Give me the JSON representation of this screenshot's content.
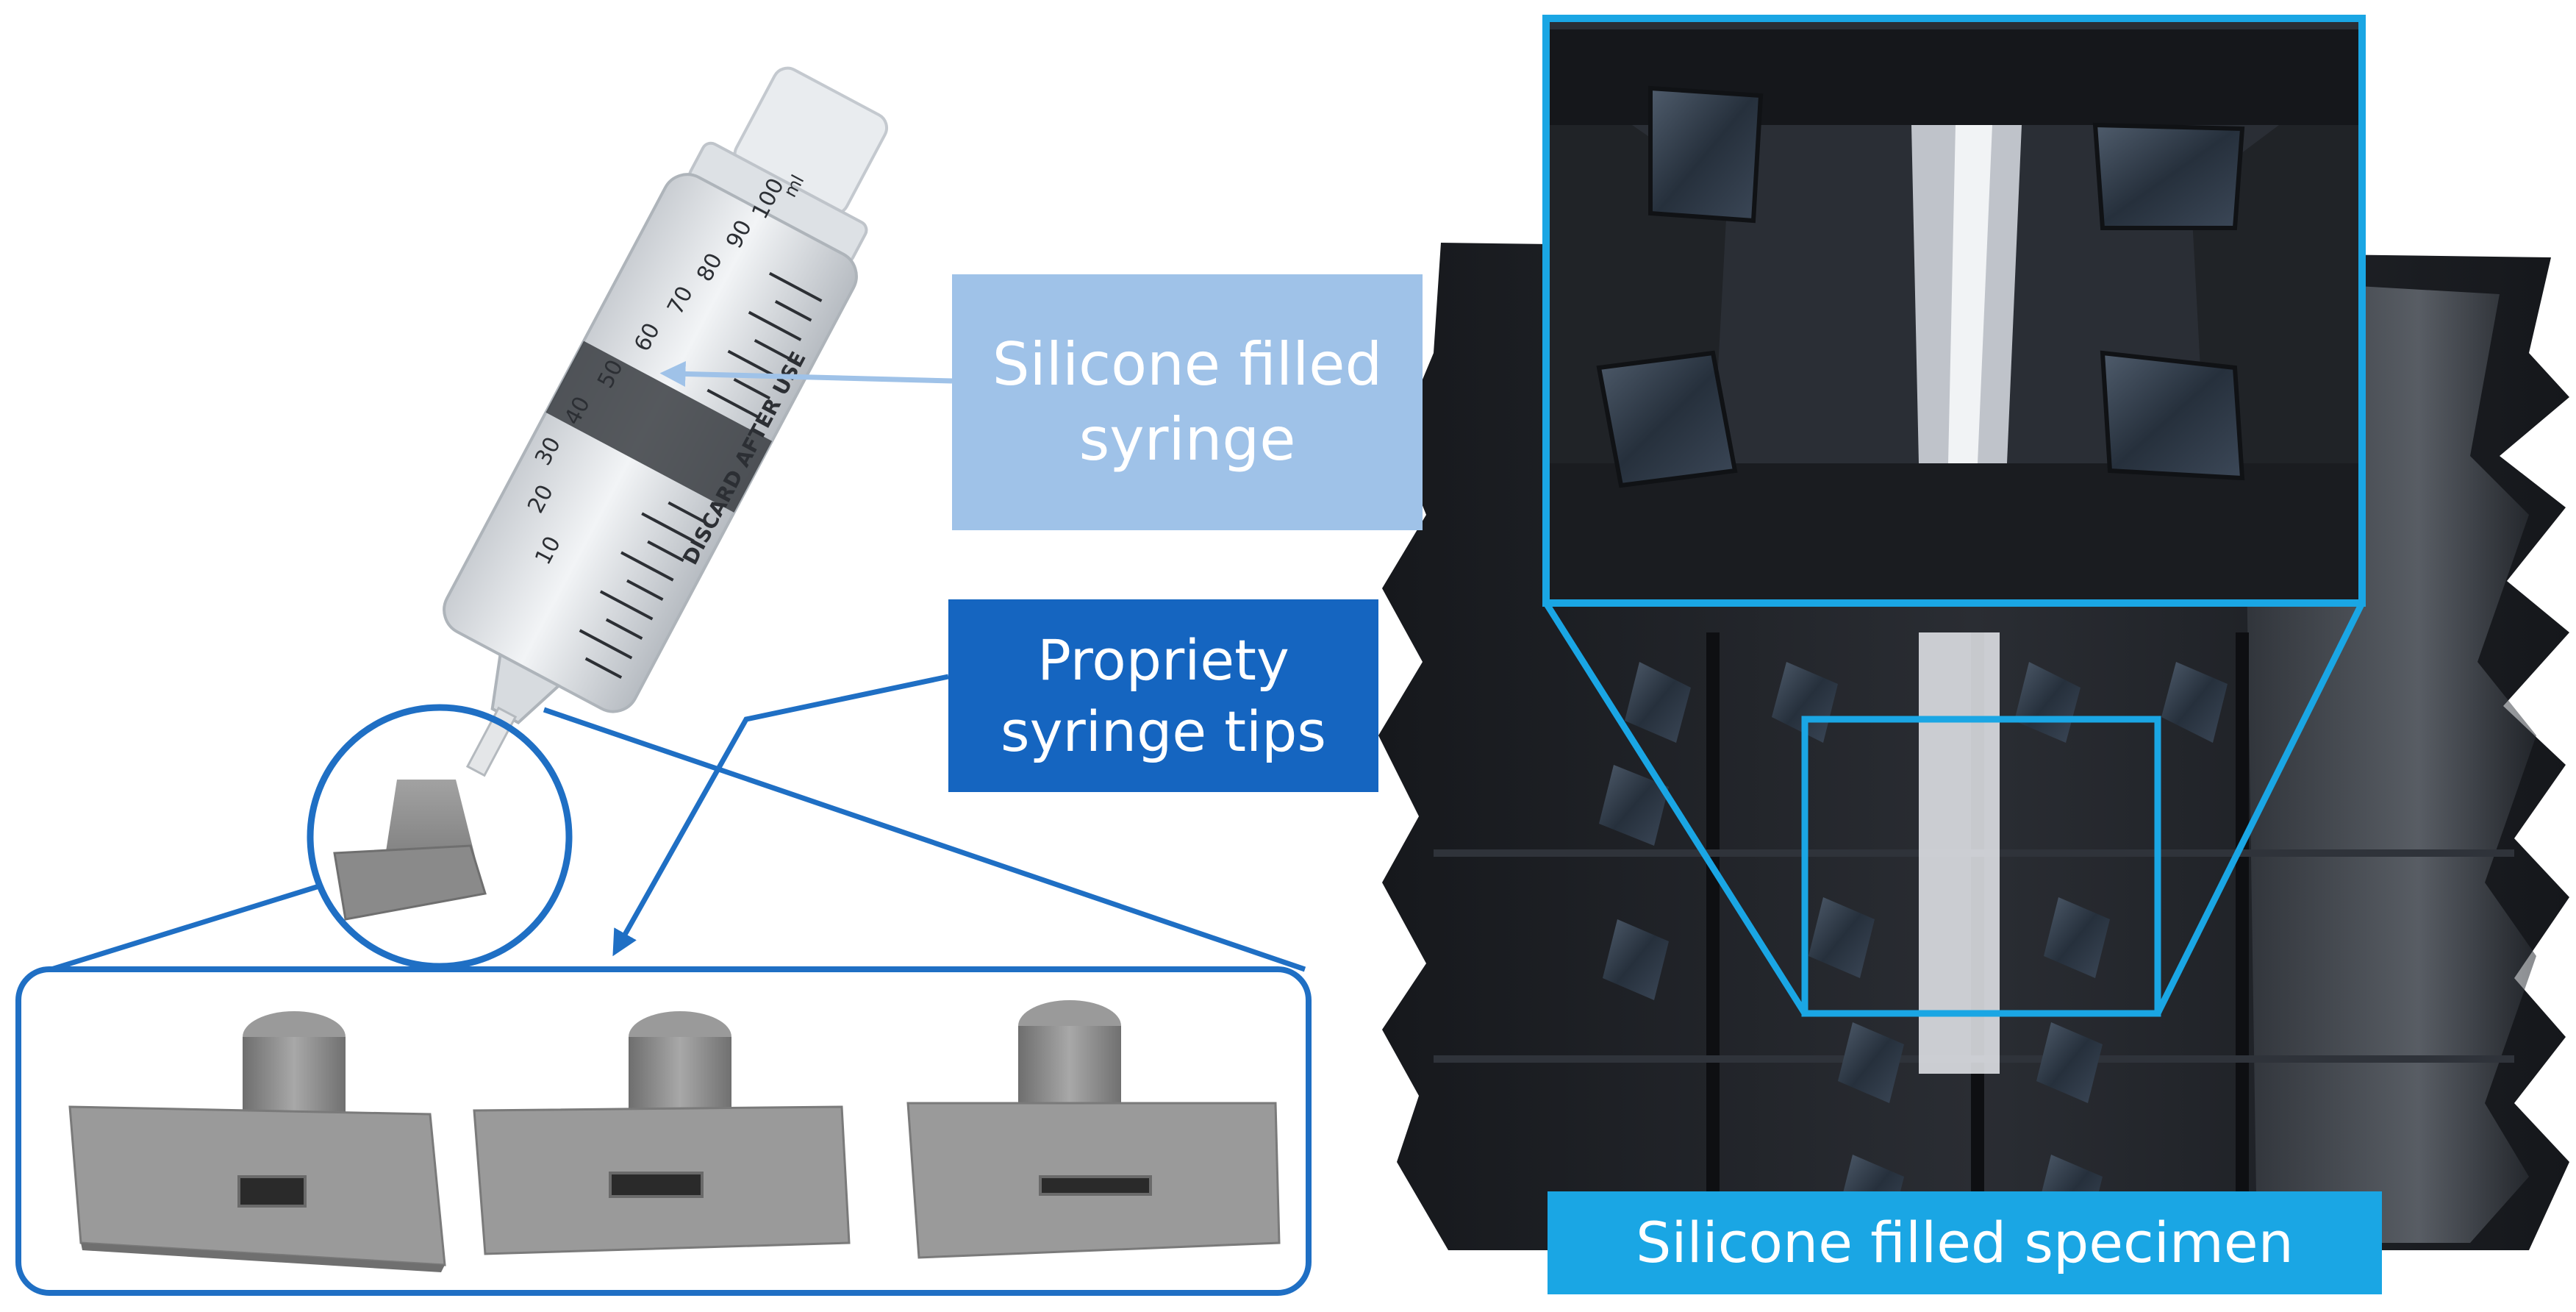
{
  "labels": {
    "silicone_syringe": [
      "Silicone filled",
      "syringe"
    ],
    "syringe_tips": [
      "Propriety",
      "syringe tips"
    ],
    "specimen": "Silicone filled specimen"
  },
  "syringe_markings": {
    "graduations": [
      "10",
      "20",
      "30",
      "40",
      "50",
      "60",
      "70",
      "80",
      "90",
      "100"
    ],
    "unit": "ml",
    "barrel_print": "DISCARD AFTER USE"
  },
  "colors": {
    "accent_blue": "#1f6fc4",
    "light_blue_box": "#9fc2e8",
    "dark_blue_box": "#1565c0",
    "cyan_outline": "#1aa6e4",
    "specimen_black": "#1b1d22",
    "silicone_gray": "#3a4452",
    "tip_gray": "#8e8e8e"
  }
}
